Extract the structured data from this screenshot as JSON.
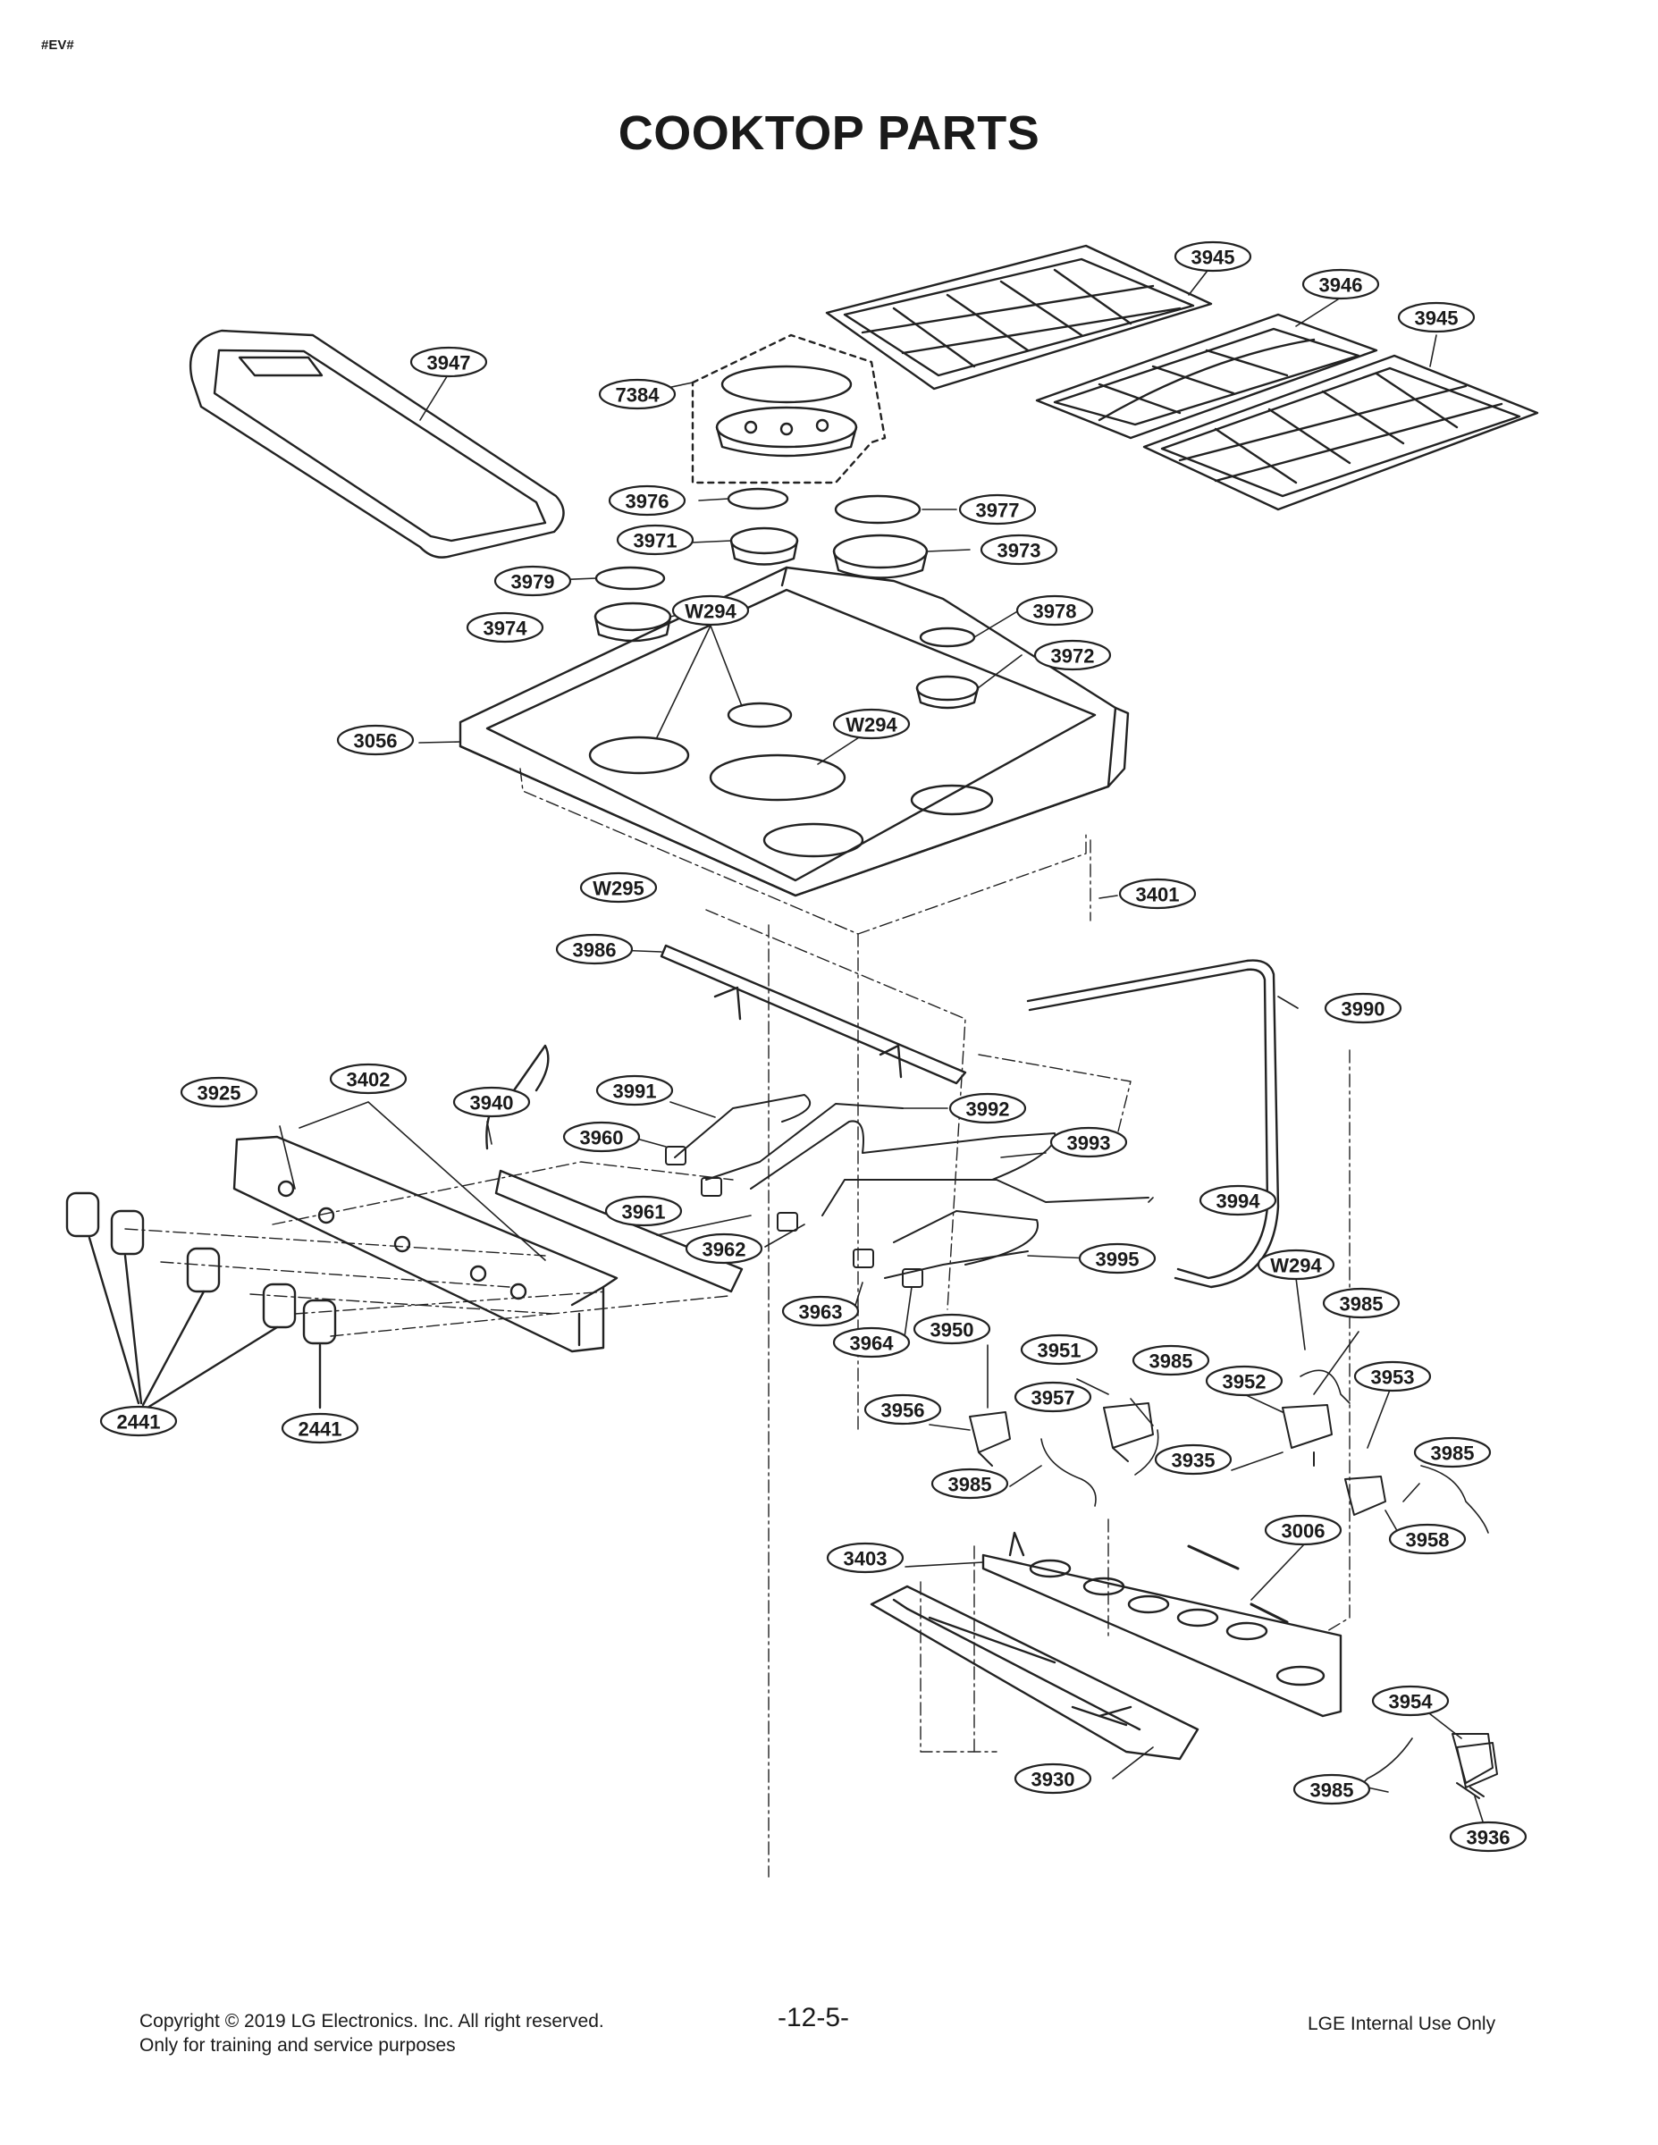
{
  "header": {
    "tag": "#EV#",
    "title": "COOKTOP PARTS"
  },
  "callouts": [
    {
      "id": "c1",
      "label": "3945"
    },
    {
      "id": "c2",
      "label": "3946"
    },
    {
      "id": "c3",
      "label": "3945"
    },
    {
      "id": "c4",
      "label": "3947"
    },
    {
      "id": "c5",
      "label": "7384"
    },
    {
      "id": "c6",
      "label": "3976"
    },
    {
      "id": "c7",
      "label": "3977"
    },
    {
      "id": "c8",
      "label": "3971"
    },
    {
      "id": "c9",
      "label": "3973"
    },
    {
      "id": "c10",
      "label": "3979"
    },
    {
      "id": "c11",
      "label": "W294"
    },
    {
      "id": "c12",
      "label": "3978"
    },
    {
      "id": "c13",
      "label": "3974"
    },
    {
      "id": "c14",
      "label": "3972"
    },
    {
      "id": "c15",
      "label": "3056"
    },
    {
      "id": "c16",
      "label": "W294"
    },
    {
      "id": "c17",
      "label": "W295"
    },
    {
      "id": "c18",
      "label": "3401"
    },
    {
      "id": "c19",
      "label": "3986"
    },
    {
      "id": "c20",
      "label": "3990"
    },
    {
      "id": "c21",
      "label": "3925"
    },
    {
      "id": "c22",
      "label": "3402"
    },
    {
      "id": "c23",
      "label": "3991"
    },
    {
      "id": "c24",
      "label": "3940"
    },
    {
      "id": "c25",
      "label": "3992"
    },
    {
      "id": "c26",
      "label": "3960"
    },
    {
      "id": "c27",
      "label": "3993"
    },
    {
      "id": "c28",
      "label": "3994"
    },
    {
      "id": "c29",
      "label": "3961"
    },
    {
      "id": "c30",
      "label": "3962"
    },
    {
      "id": "c31",
      "label": "3995"
    },
    {
      "id": "c32",
      "label": "W294"
    },
    {
      "id": "c33",
      "label": "3985"
    },
    {
      "id": "c34",
      "label": "3963"
    },
    {
      "id": "c35",
      "label": "3964"
    },
    {
      "id": "c36",
      "label": "3950"
    },
    {
      "id": "c37",
      "label": "3951"
    },
    {
      "id": "c38",
      "label": "3985"
    },
    {
      "id": "c39",
      "label": "3952"
    },
    {
      "id": "c40",
      "label": "3953"
    },
    {
      "id": "c41",
      "label": "3957"
    },
    {
      "id": "c42",
      "label": "3956"
    },
    {
      "id": "c43",
      "label": "2441"
    },
    {
      "id": "c44",
      "label": "2441"
    },
    {
      "id": "c45",
      "label": "3935"
    },
    {
      "id": "c46",
      "label": "3985"
    },
    {
      "id": "c47",
      "label": "3985"
    },
    {
      "id": "c48",
      "label": "3006"
    },
    {
      "id": "c49",
      "label": "3958"
    },
    {
      "id": "c50",
      "label": "3403"
    },
    {
      "id": "c51",
      "label": "3954"
    },
    {
      "id": "c52",
      "label": "3930"
    },
    {
      "id": "c53",
      "label": "3985"
    },
    {
      "id": "c54",
      "label": "3936"
    }
  ],
  "footer": {
    "copyright": "Copyright © 2019 LG Electronics. Inc. All right reserved.",
    "note": "Only for training and service purposes",
    "page": "-12-5-",
    "internal": "LGE Internal Use Only"
  }
}
